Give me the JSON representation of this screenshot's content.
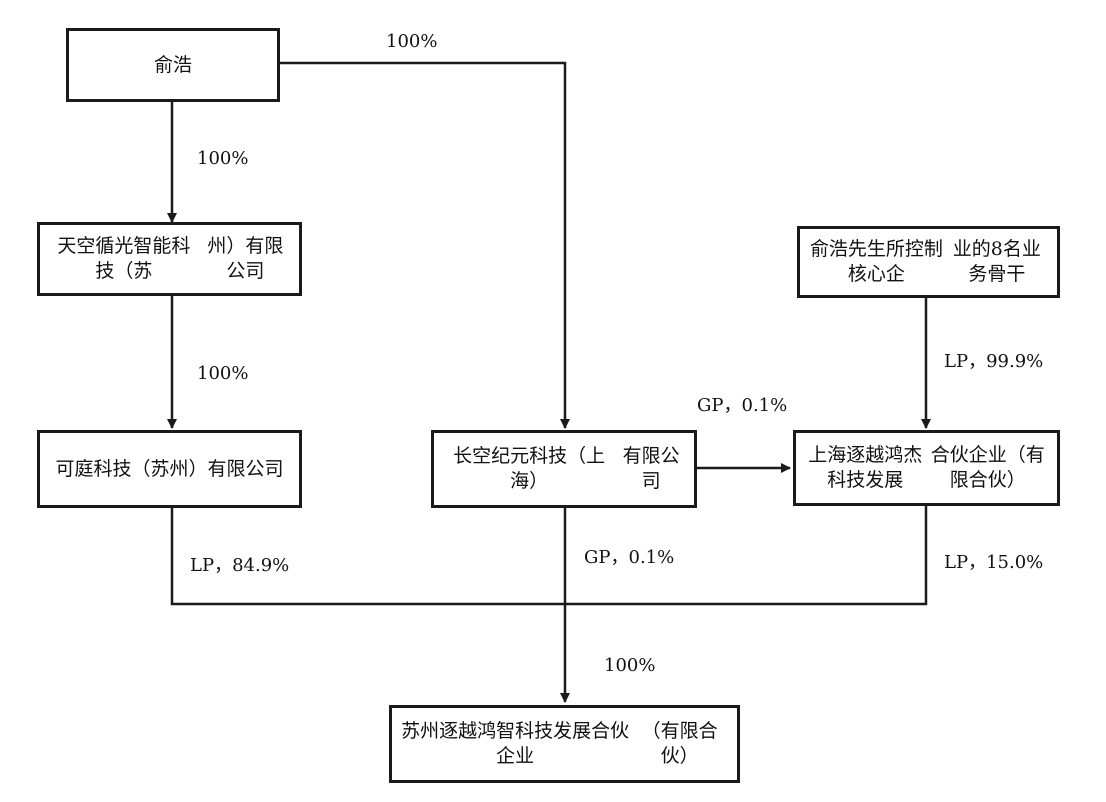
{
  "nodes": {
    "yuhao": "俞浩",
    "tiankong": "天空循光智能科技（苏州）有限公司",
    "keting": "可庭科技（苏州）有限公司",
    "changkong": "长空纪元科技（上海）有限公司",
    "backbone": "俞浩先生所控制核心企业的8名业务骨干",
    "shanghai": "上海逐越鸿杰科技发展合伙企业（有限合伙）",
    "suzhou": "苏州逐越鸿智科技发展合伙企业（有限合伙）"
  },
  "node_lines": {
    "yuhao": [
      "俞浩"
    ],
    "tiankong": [
      "天空循光智能科技（苏",
      "州）有限公司"
    ],
    "keting": [
      "可庭科技（苏州）有限",
      "公司"
    ],
    "changkong": [
      "长空纪元科技（上海）",
      "有限公司"
    ],
    "backbone": [
      "俞浩先生所控制核心企",
      "业的8名业务骨干"
    ],
    "shanghai": [
      "上海逐越鸿杰科技发展",
      "合伙企业（有限合伙）"
    ],
    "suzhou": [
      "苏州逐越鸿智科技发展合伙企业",
      "（有限合伙）"
    ]
  },
  "edges": {
    "yuhao_to_changkong": "100%",
    "yuhao_to_tiankong": "100%",
    "tiankong_to_keting": "100%",
    "backbone_to_shanghai": "LP，99.9%",
    "changkong_to_shanghai": "GP，0.1%",
    "keting_to_suzhou": "LP，84.9%",
    "changkong_to_suzhou": "GP，0.1%",
    "shanghai_to_suzhou": "LP，15.0%",
    "merged_to_suzhou": "100%"
  }
}
